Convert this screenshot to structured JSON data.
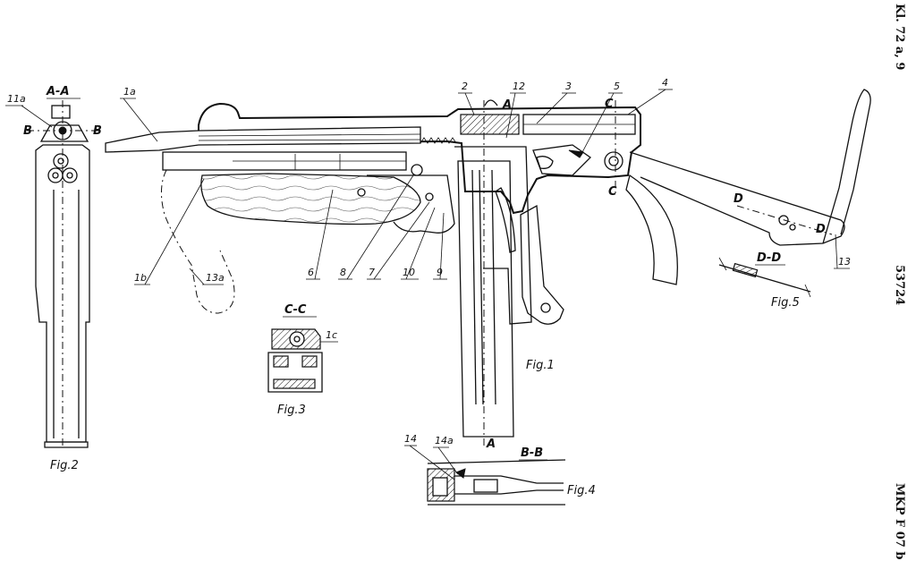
{
  "labels": {
    "l1a": "1a",
    "l1b": "1b",
    "l1c": "1c",
    "l2": "2",
    "l3": "3",
    "l4": "4",
    "l5": "5",
    "l6": "6",
    "l7": "7",
    "l8": "8",
    "l9": "9",
    "l10": "10",
    "l11a": "11a",
    "l12": "12",
    "l13": "13",
    "l13a": "13a",
    "l14": "14",
    "l14a": "14a"
  },
  "section_markers": {
    "A": "A",
    "B": "B",
    "C": "C",
    "D": "D"
  },
  "section_titles": {
    "aa": "A-A",
    "bb": "B-B",
    "cc": "C-C",
    "dd": "D-D"
  },
  "figures": {
    "fig1": "Fig.1",
    "fig2": "Fig.2",
    "fig3": "Fig.3",
    "fig4": "Fig.4",
    "fig5": "Fig.5"
  },
  "margin": {
    "class": "Kl. 72 a, 9",
    "number": "53724",
    "code": "MKP F 07 b"
  }
}
